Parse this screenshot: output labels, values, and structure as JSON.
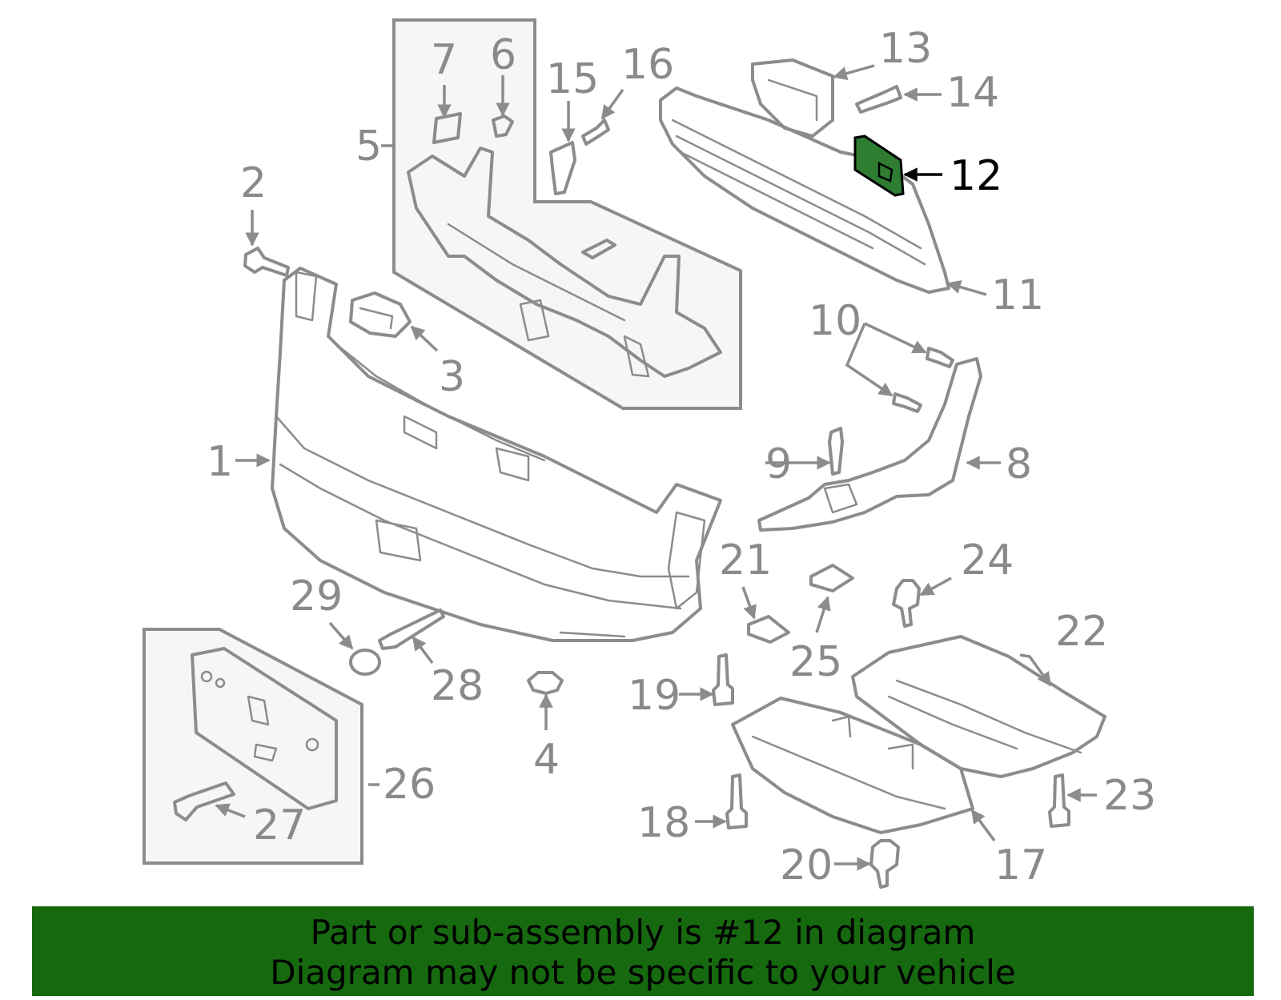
{
  "callouts": [
    "1",
    "2",
    "3",
    "4",
    "5",
    "6",
    "7",
    "8",
    "9",
    "10",
    "11",
    "12",
    "13",
    "14",
    "15",
    "16",
    "17",
    "18",
    "19",
    "20",
    "21",
    "22",
    "23",
    "24",
    "25",
    "26",
    "27",
    "28",
    "29"
  ],
  "highlight": {
    "callout": "12",
    "fill_color": "#2e7d32",
    "line_color": "#000000"
  },
  "footer": {
    "line1": "Part or sub-assembly is #12 in diagram",
    "line2": "Diagram may not be specific to your vehicle",
    "background": "#16690f"
  },
  "colors": {
    "linework": "#8c8c8c",
    "inset_background": "#f6f6f6"
  }
}
